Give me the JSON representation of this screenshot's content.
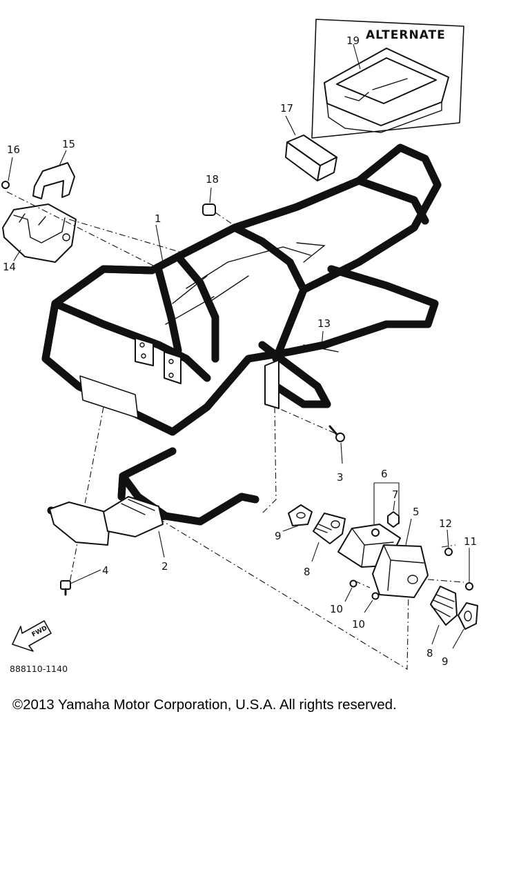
{
  "diagram": {
    "alternate_label": "ALTERNATE",
    "part_numbers": {
      "p1": "1",
      "p2": "2",
      "p3": "3",
      "p4": "4",
      "p5": "5",
      "p6": "6",
      "p7": "7",
      "p8a": "8",
      "p8b": "8",
      "p9a": "9",
      "p9b": "9",
      "p10a": "10",
      "p10b": "10",
      "p11": "11",
      "p12": "12",
      "p13": "13",
      "p14": "14",
      "p15": "15",
      "p16": "16",
      "p17": "17",
      "p18": "18",
      "p19": "19"
    },
    "fwd_label": "FWD",
    "diagram_code": "888110-1140"
  },
  "footer": {
    "copyright": "©2013 Yamaha Motor Corporation, U.S.A. All rights reserved."
  }
}
